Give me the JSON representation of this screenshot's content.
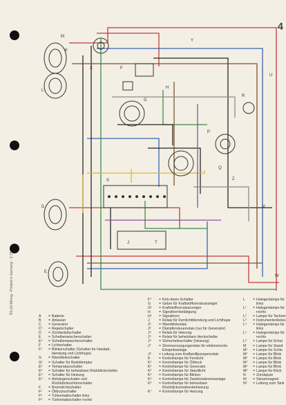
{
  "page": {
    "number": "4"
  },
  "side_note": "ŠS-10-Wiring · Printed in Germany · 2.75",
  "colors": {
    "background": "#f3efe4",
    "wire_red": "#c23a3a",
    "wire_blue": "#3a62b0",
    "wire_green": "#3c8a4a",
    "wire_black": "#262626",
    "wire_yellow": "#d9b53a",
    "wire_brown": "#7b5130",
    "wire_grey": "#8a8a8a",
    "wire_purple": "#8a4fa0"
  },
  "diagram_labels": {
    "M": "M",
    "K": "K",
    "L": "L'",
    "D": "D",
    "E": "E",
    "F": "F",
    "G": "G",
    "H": "H",
    "J": "J",
    "P": "P",
    "Q": "Q",
    "R": "R",
    "S": "S",
    "T": "T",
    "U": "U",
    "V": "V",
    "W": "W",
    "X": "X",
    "Y": "Y",
    "Z": "Z"
  },
  "legend_a": [
    {
      "code": "A",
      "text": "Batterie"
    },
    {
      "code": "B",
      "text": "Anlasser"
    },
    {
      "code": "C",
      "text": "Generator"
    },
    {
      "code": "C¹",
      "text": "Regelschalter"
    },
    {
      "code": "D",
      "text": "Zündanlaßschalter"
    },
    {
      "code": "E",
      "text": "Scheibenwischerschalter"
    },
    {
      "code": "E¹",
      "text": "Scheibenwascherschalter"
    },
    {
      "code": "F",
      "text": "Lichtschalter"
    },
    {
      "code": "F¹",
      "text": "Blinkerschalter (Schalter für Handab-"
    },
    {
      "code": "",
      "text": "blendung und Lichthupe)"
    },
    {
      "code": "G",
      "text": "Warnblinkschalter"
    },
    {
      "code": "G¹",
      "text": "Schalter für Bodeltemptur"
    },
    {
      "code": "E²",
      "text": "Temperaturschalter"
    },
    {
      "code": "E³",
      "text": "Schalter für beheizbare Rückblickscheibe"
    },
    {
      "code": "E⁴",
      "text": "Schalter für Heizung"
    },
    {
      "code": "E⁵",
      "text": "Anhängerschalter und"
    },
    {
      "code": "",
      "text": "Rückfahrleuchtenschalter"
    },
    {
      "code": "F",
      "text": "Bremslichtschalter"
    },
    {
      "code": "F¹",
      "text": "Öldruckschalter"
    },
    {
      "code": "F²",
      "text": "Türkontaktschalter links"
    },
    {
      "code": "F³",
      "text": "Türkontaktschalter rechts"
    }
  ],
  "legend_b": [
    {
      "code": "F⁴",
      "text": "Kick-down-Schalter"
    },
    {
      "code": "G",
      "text": "Geber für Kraftstoffvorratsanzeiger"
    },
    {
      "code": "G¹",
      "text": "Kraftstoffvorratsanzeiger"
    },
    {
      "code": "H",
      "text": "Signalhornbetätigung"
    },
    {
      "code": "H¹",
      "text": "Signalhorn"
    },
    {
      "code": "J",
      "text": "Relais für Fernlichtblendung und Lichthupe"
    },
    {
      "code": "J²",
      "text": "Warnblinkrelais"
    },
    {
      "code": "J³",
      "text": "Dämpfersteuerrelais (nur für Generator)"
    },
    {
      "code": "J⁴",
      "text": "Relais für Heizung"
    },
    {
      "code": "J⁵",
      "text": "Relais für beheizbare Heckscheibe"
    },
    {
      "code": "J⁶",
      "text": "Sicherheitsschalter (Heizung)"
    },
    {
      "code": "J⁷",
      "text": "Stromversorgungsrelais für elektronische"
    },
    {
      "code": "",
      "text": "Einspritzanlage"
    },
    {
      "code": "J⁸",
      "text": "Leitung zum Kraftstoffpumpenrelais"
    },
    {
      "code": "K",
      "text": "Kontrollampe für Fernlicht"
    },
    {
      "code": "K¹",
      "text": "Kontrollampe für Öldruck"
    },
    {
      "code": "K²",
      "text": "Kontrollampe für Generator"
    },
    {
      "code": "K³",
      "text": "Kontrollampe für Standlicht"
    },
    {
      "code": "K⁴",
      "text": "Kontrollampe für Blinker"
    },
    {
      "code": "K⁵",
      "text": "Kontrollampe für Zweikreisbremsanlage"
    },
    {
      "code": "K⁶",
      "text": "Kontrollampe für beheizbare"
    },
    {
      "code": "",
      "text": "Rückblickscheibenbeheizung"
    },
    {
      "code": "K⁷",
      "text": "Kontrollampe für Heizung"
    }
  ],
  "legend_c": [
    {
      "code": "L",
      "text": "Halogenlampe für"
    },
    {
      "code": "",
      "text": "links"
    },
    {
      "code": "L¹",
      "text": "Halogenlampe für"
    },
    {
      "code": "",
      "text": "rechts"
    },
    {
      "code": "L²",
      "text": "Lampe für Tachom"
    },
    {
      "code": "L³",
      "text": "Instrumentenbeleu"
    },
    {
      "code": "L⁴",
      "text": "Halogenlampe für"
    },
    {
      "code": "",
      "text": "links"
    },
    {
      "code": "L⁵",
      "text": "Halogenlampe für"
    },
    {
      "code": "",
      "text": "rechts"
    },
    {
      "code": "L⁶",
      "text": "Lampe für Schal"
    },
    {
      "code": "M",
      "text": "Lampe für Stand"
    },
    {
      "code": "M¹",
      "text": "Lampe für Schlu"
    },
    {
      "code": "M²",
      "text": "Lampe für Blink"
    },
    {
      "code": "M³",
      "text": "Lampe für Blink"
    },
    {
      "code": "M⁴",
      "text": "Lampe für Blink"
    },
    {
      "code": "M⁵",
      "text": "Lampe für Blink"
    },
    {
      "code": "M⁶",
      "text": "Lampe für Rück"
    },
    {
      "code": "N",
      "text": "Zündspule"
    },
    {
      "code": "N¹",
      "text": "Steuermagnet"
    },
    {
      "code": "N²",
      "text": "Leitung zum Tank"
    }
  ]
}
